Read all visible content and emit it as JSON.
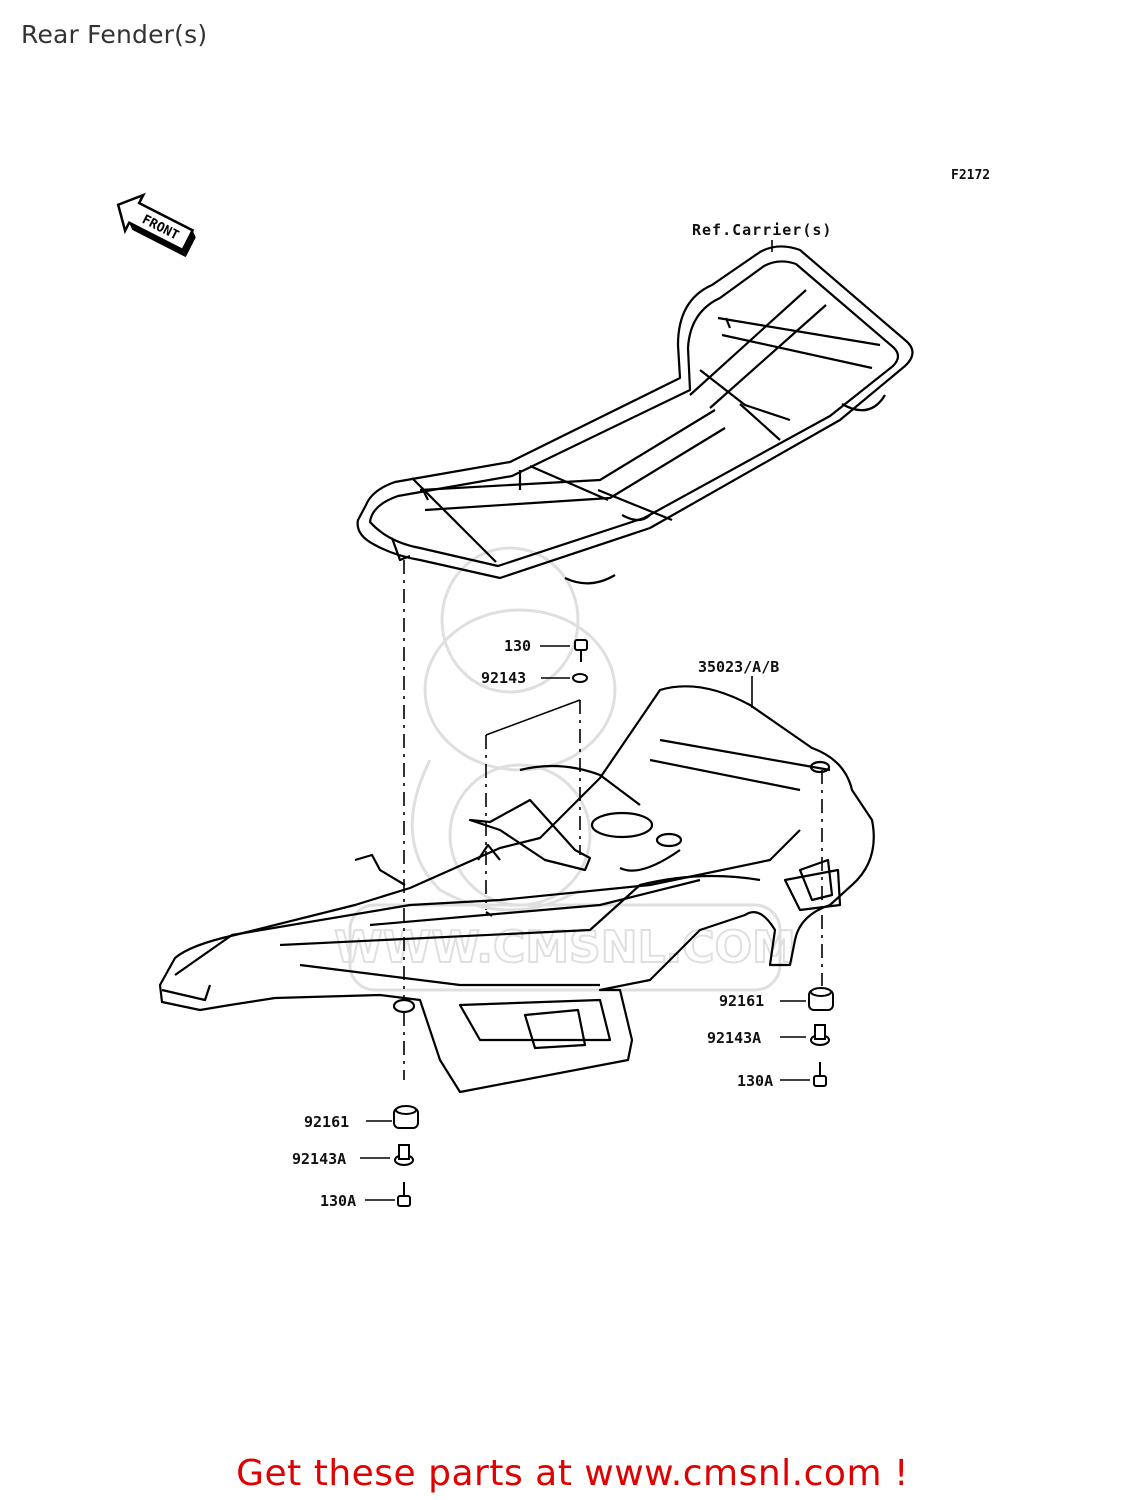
{
  "page": {
    "title": "Rear Fender(s)",
    "diagram_code": "F2172",
    "promo_text": "Get these parts at www.cmsnl.com !"
  },
  "front_marker": {
    "text": "FRONT",
    "icon": "front-direction-arrow-icon"
  },
  "callouts": {
    "ref_carrier": "Ref.Carrier(s)",
    "bolt_top": "130",
    "washer_top": "92143",
    "rear_fender": "35023/A/B",
    "grommet_right": "92161",
    "collar_right": "92143A",
    "bolt_right": "130A",
    "grommet_left": "92161",
    "collar_left": "92143A",
    "bolt_left": "130A"
  },
  "watermark": {
    "text": "WWW.CMSNL.COM"
  }
}
